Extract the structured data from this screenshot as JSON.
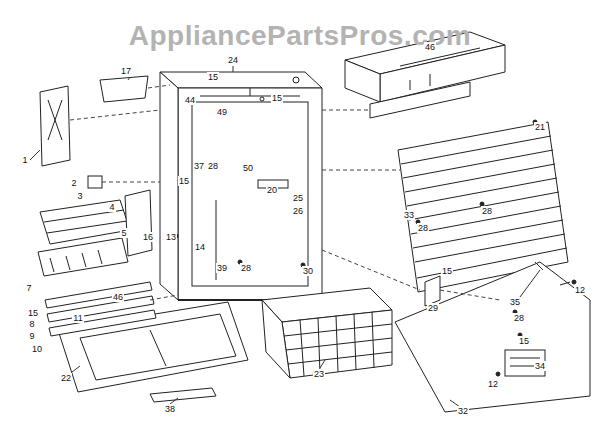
{
  "diagram": {
    "labels": [
      "AppliancePartsPros.com",
      "17",
      "24",
      "46",
      "15",
      "15",
      "44",
      "49",
      "37",
      "28",
      "15",
      "50",
      "20",
      "25",
      "26",
      "1",
      "2",
      "3",
      "4",
      "5",
      "16",
      "13",
      "14",
      "39",
      "28",
      "30",
      "33",
      "28",
      "28",
      "21",
      "35",
      "12",
      "15",
      "29",
      "28",
      "15",
      "34",
      "12",
      "32",
      "7",
      "15",
      "11",
      "8",
      "9",
      "10",
      "46",
      "22",
      "23",
      "38"
    ]
  }
}
